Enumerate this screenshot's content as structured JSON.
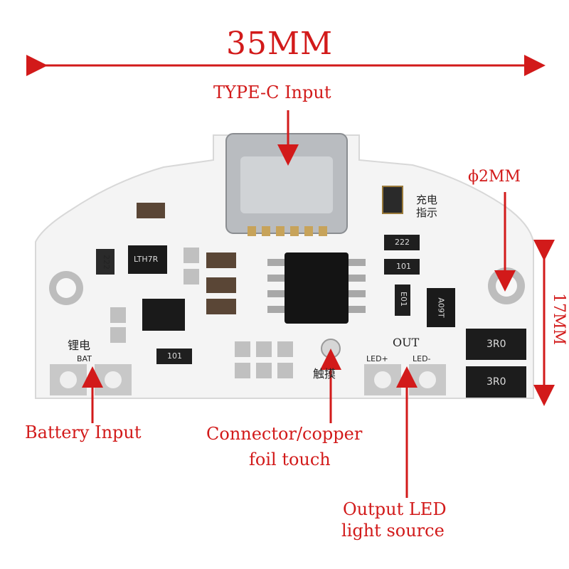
{
  "labels": {
    "width": "35MM",
    "height": "17MM",
    "type_c": "TYPE-C Input",
    "hole": "ϕ2MM",
    "battery": "Battery Input",
    "touch_line1": "Connector/copper",
    "touch_line2": "foil touch",
    "output_line1": "Output LED",
    "output_line2": "light source"
  },
  "board_text": {
    "charge_indicator": "充电\n指示",
    "battery_cn": "锂电",
    "bat_pad": "BAT",
    "touch_cn": "触摸",
    "out": "OUT",
    "led_pad_left": "LED+",
    "led_pad_right": "LED-",
    "res_222_a": "222",
    "res_222_b": "222",
    "res_101_a": "101",
    "res_101_b": "101",
    "chip_lth7r": "LTH7R",
    "chip_a09t": "A09T",
    "res_e01": "E01",
    "res_3r0_a": "3R0",
    "res_3r0_b": "3R0"
  },
  "colors": {
    "annotation": "#d21a1a",
    "board": "#f4f4f4",
    "pad": "#c8c8c8",
    "chip": "#141414"
  }
}
